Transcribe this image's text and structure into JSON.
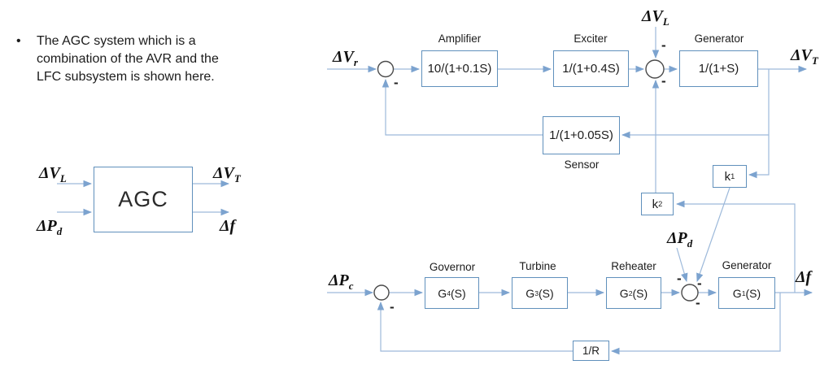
{
  "colors": {
    "line": "#9db9da",
    "arrow": "#7ca3cf",
    "block_border": "#6090bc",
    "text": "#1c1c1c"
  },
  "note": {
    "bullet": "•",
    "text": "The AGC system which is a combination of the AVR and the LFC subsystem is shown here."
  },
  "overview": {
    "block": "AGC",
    "in_top": {
      "base": "ΔV",
      "sub": "L"
    },
    "in_bottom": {
      "base": "ΔP",
      "sub": "d"
    },
    "out_top": {
      "base": "ΔV",
      "sub": "T"
    },
    "out_bottom": {
      "base": "Δf",
      "sub": ""
    }
  },
  "avr": {
    "input": {
      "base": "ΔV",
      "sub": "r"
    },
    "disturbance": {
      "base": "ΔV",
      "sub": "L"
    },
    "output": {
      "base": "ΔV",
      "sub": "T"
    },
    "amplifier": {
      "label": "Amplifier",
      "tf": "10/(1+0.1S)"
    },
    "exciter": {
      "label": "Exciter",
      "tf": "1/(1+0.4S)"
    },
    "generator": {
      "label": "Generator",
      "tf": "1/(1+S)"
    },
    "sensor": {
      "label": "Sensor",
      "tf": "1/(1+0.05S)"
    }
  },
  "coupling": {
    "k1": {
      "base": "k",
      "sub": "1"
    },
    "k2": {
      "base": "k",
      "sub": "2"
    }
  },
  "lfc": {
    "input": {
      "base": "ΔP",
      "sub": "c"
    },
    "disturbance": {
      "base": "ΔP",
      "sub": "d"
    },
    "output": {
      "base": "Δf",
      "sub": ""
    },
    "governor": {
      "label": "Governor",
      "pre": "G",
      "sub": "4",
      "post": "(S)"
    },
    "turbine": {
      "label": "Turbine",
      "pre": "G",
      "sub": "3",
      "post": "(S)"
    },
    "reheater": {
      "label": "Reheater",
      "pre": "G",
      "sub": "2",
      "post": "(S)"
    },
    "generator": {
      "label": "Generator",
      "pre": "G",
      "sub": "1",
      "post": "(S)"
    },
    "droop": {
      "tf": "1/R"
    }
  },
  "signs": {
    "minus": "-"
  }
}
